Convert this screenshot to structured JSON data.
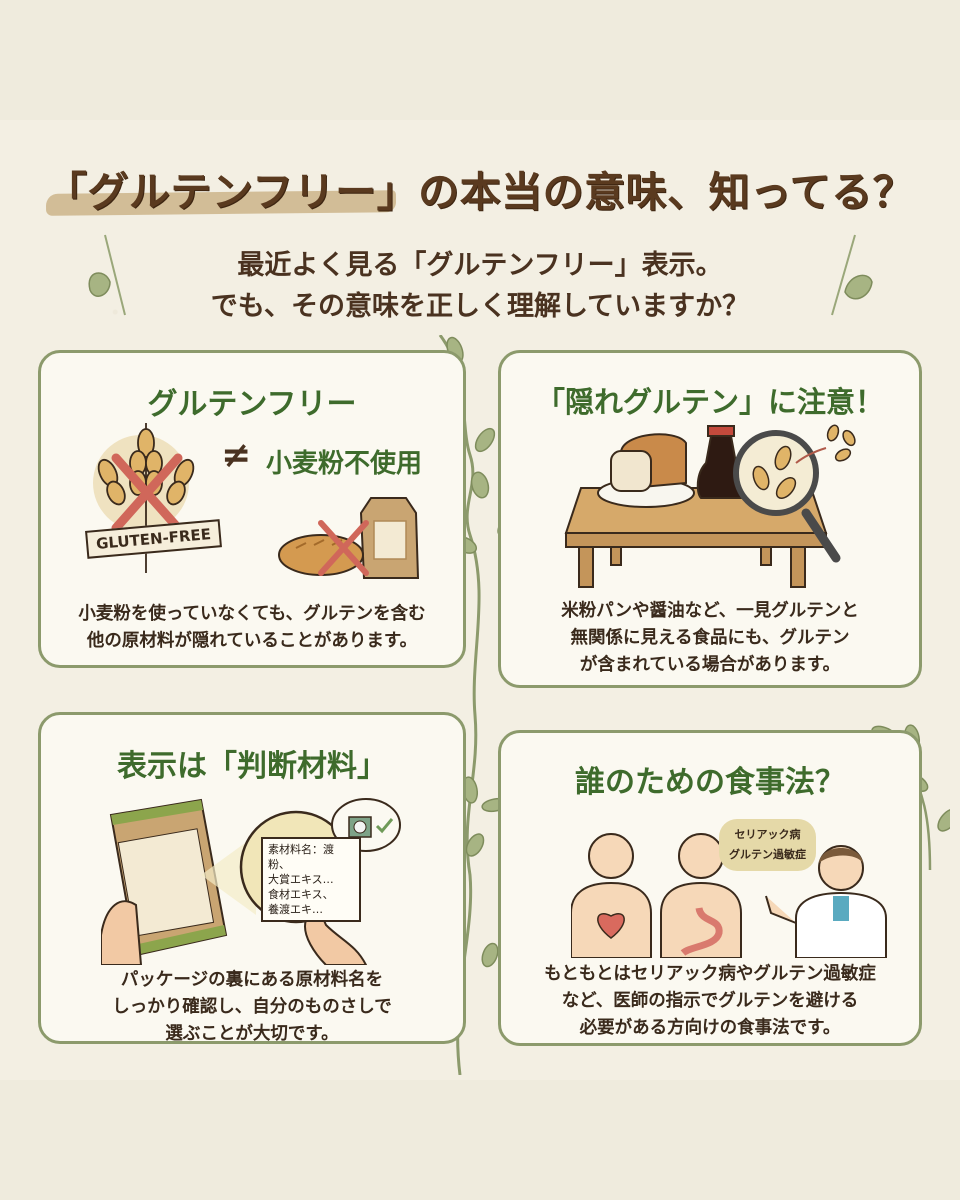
{
  "header": {
    "title": "「グルテンフリー」の本当の意味、知ってる？",
    "subtitle_line1": "最近よく見る「グルテンフリー」表示。",
    "subtitle_line2": "でも、その意味を正しく理解していますか？"
  },
  "cards": [
    {
      "title": "グルテンフリー",
      "not_equal_symbol": "≠",
      "comparison_text": "小麦粉不使用",
      "sign_text": "GLUTEN-FREE",
      "body_line1": "小麦粉を使っていなくても、グルテンを含む",
      "body_line2": "他の原材料が隠れていることがあります。",
      "icons": [
        "wheat-icon",
        "cross-icon",
        "bread-icon",
        "flour-bag-icon"
      ]
    },
    {
      "title": "「隠れグルテン」に注意！",
      "body_line1": "米粉パンや醤油など、一見グルテンと",
      "body_line2": "無関係に見える食品にも、グルテン",
      "body_line3": "が含まれている場合があります。",
      "icons": [
        "table-icon",
        "bread-loaf-icon",
        "soy-sauce-icon",
        "magnifier-icon",
        "grain-icon"
      ]
    },
    {
      "title": "表示は「判断材料」",
      "label_lines": [
        "素材料名：渡粉、",
        "大賞エキス…",
        "食材エキス、",
        "養渡エキ…"
      ],
      "body_line1": "パッケージの裏にある原材料名を",
      "body_line2": "しっかり確認し、自分のものさしで",
      "body_line3": "選ぶことが大切です。",
      "icons": [
        "package-icon",
        "hand-icon",
        "pointing-hand-icon",
        "scale-icon",
        "check-icon"
      ]
    },
    {
      "title": "誰のための食事法？",
      "bubble_line1": "セリアック病",
      "bubble_line2": "グルテン過敏症",
      "body_line1": "もともとはセリアック病やグルテン過敏症",
      "body_line2": "など、医師の指示でグルテンを避ける",
      "body_line3": "必要がある方向けの食事法です。",
      "icons": [
        "person-heart-icon",
        "person-stomach-icon",
        "doctor-icon"
      ]
    }
  ],
  "colors": {
    "background": "#efebdd",
    "poster": "#f3efe3",
    "card_bg": "#fbf9f1",
    "card_border": "#8c9a6c",
    "heading_green": "#3e6b2c",
    "title_brown": "#5a3a1f",
    "text_dark": "#3a2a1c",
    "underline": "#cbb48a",
    "cross_red": "#d0675a"
  }
}
